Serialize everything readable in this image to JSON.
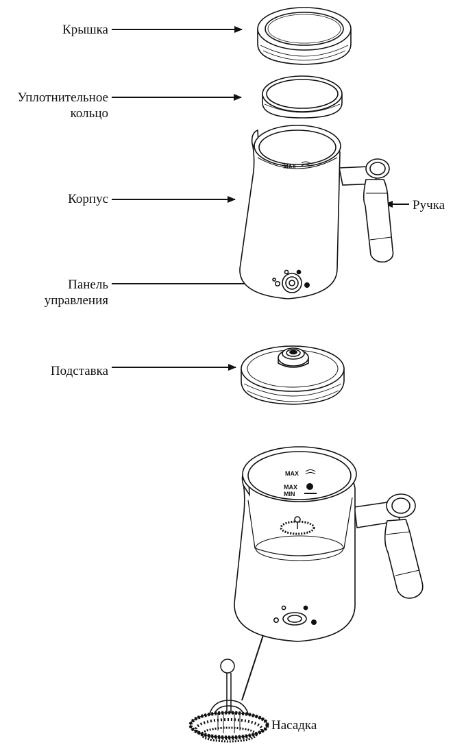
{
  "labels": {
    "lid": "Крышка",
    "seal_line1": "Уплотнительное",
    "seal_line2": "кольцо",
    "body": "Корпус",
    "handle": "Ручка",
    "panel_line1": "Панель",
    "panel_line2": "управления",
    "base": "Подставка",
    "whisk": "Насадка"
  },
  "markings": {
    "max_top": "MAX",
    "max_inner": "MAX",
    "max2_inner": "MAX",
    "min_inner": "MIN"
  },
  "colors": {
    "line": "#111111",
    "fill": "#ffffff"
  }
}
